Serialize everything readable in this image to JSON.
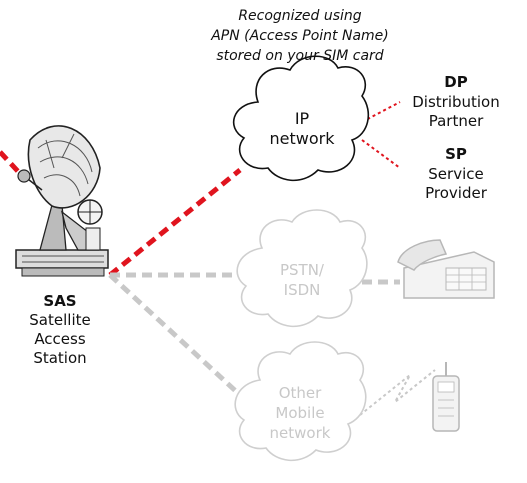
{
  "note": {
    "line1": "Recognized using",
    "line2": "APN (Access Point Name)",
    "line3": "stored on your SIM card"
  },
  "ip_cloud": {
    "line1": "IP",
    "line2": "network"
  },
  "dp": {
    "abbr": "DP",
    "line1": "Distribution",
    "line2": "Partner"
  },
  "sp": {
    "abbr": "SP",
    "line1": "Service",
    "line2": "Provider"
  },
  "sas": {
    "abbr": "SAS",
    "line1": "Satellite",
    "line2": "Access",
    "line3": "Station"
  },
  "pstn_cloud": {
    "line1": "PSTN/",
    "line2": "ISDN"
  },
  "mobile_cloud": {
    "line1": "Other",
    "line2": "Mobile",
    "line3": "network"
  },
  "colors": {
    "active_link": "#e0141e",
    "inactive": "#c8c8c8",
    "text": "#111111"
  }
}
